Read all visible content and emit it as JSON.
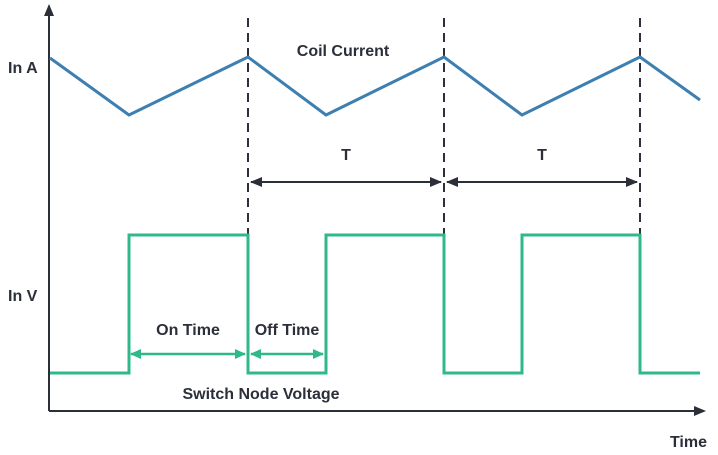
{
  "labels": {
    "coil_current": "Coil Current",
    "y_current": "In A",
    "y_voltage": "In V",
    "x_axis": "Time",
    "period_1": "T",
    "period_2": "T",
    "on_time": "On Time",
    "off_time": "Off Time",
    "switch_node": "Switch Node Voltage"
  },
  "colors": {
    "current_trace": "#3c7fb0",
    "voltage_trace": "#2fb88a",
    "axis": "#2b2f3a",
    "dashed": "#2b2f3a"
  }
}
